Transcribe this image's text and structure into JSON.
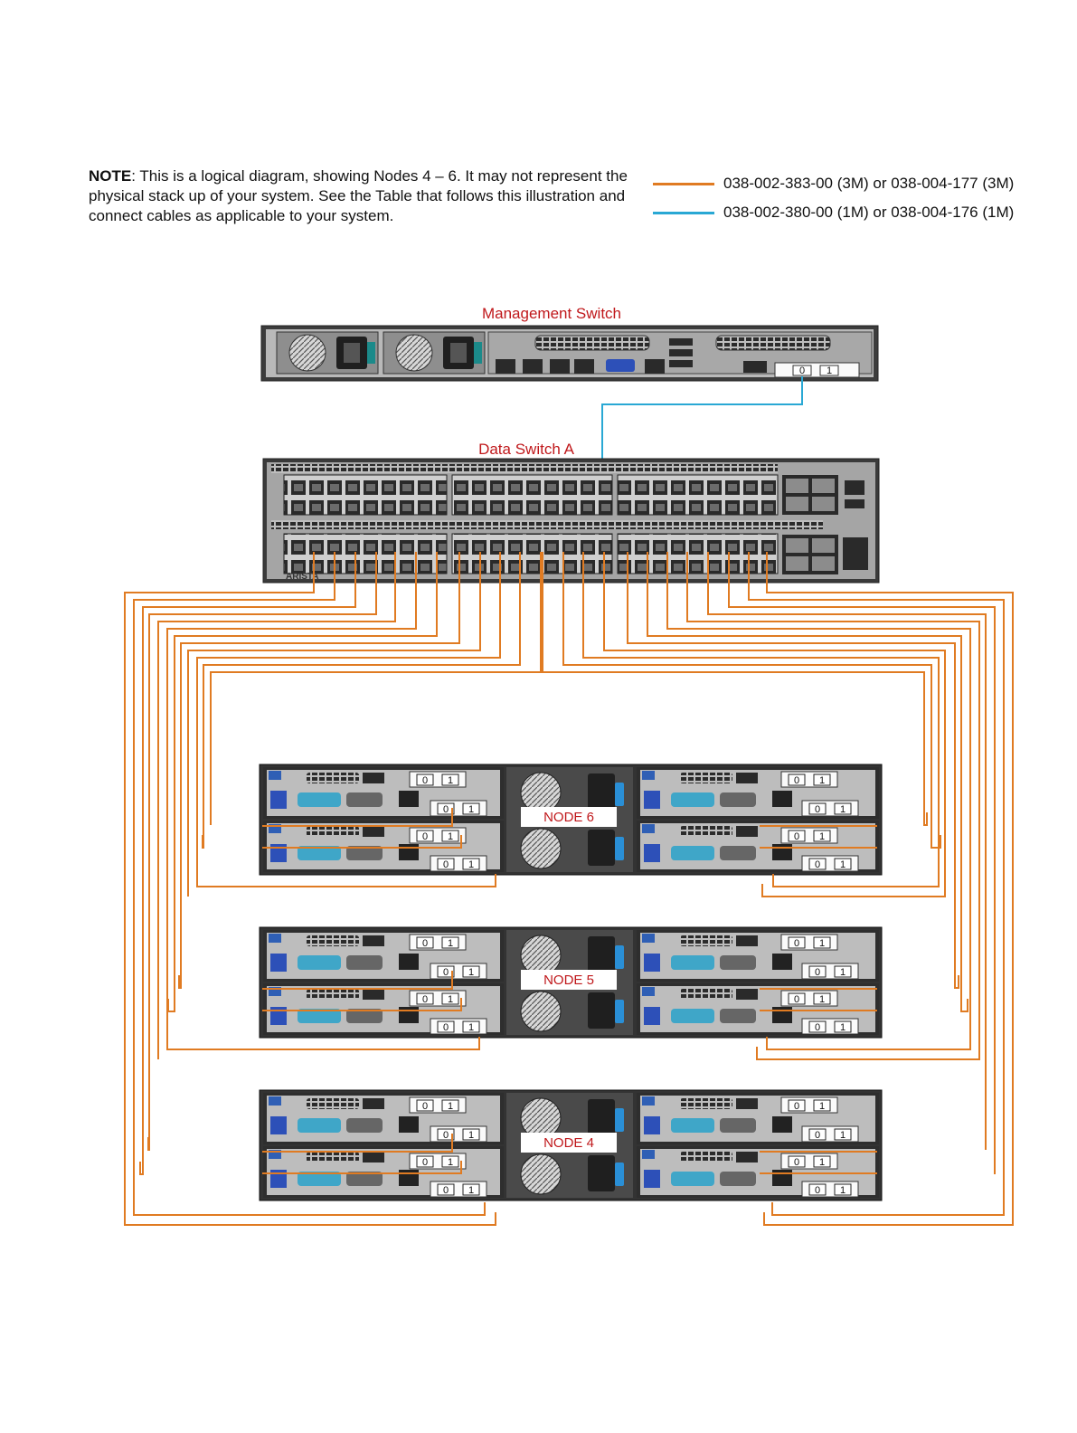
{
  "note": {
    "bold": "NOTE",
    "text": ":  This is a logical diagram, showing Nodes 4 – 6. It may not represent the physical stack up of your system. See the Table that follows this illustration and connect cables as applicable to your system."
  },
  "legend": [
    {
      "label": "038-002-383-00 (3M) or 038-004-177 (3M)",
      "color": "#e07b22"
    },
    {
      "label": "038-002-380-00 (1M) or 038-004-176 (1M)",
      "color": "#29a8d4"
    }
  ],
  "management_switch": {
    "label": "Management Switch",
    "ports": [
      "0",
      "1"
    ]
  },
  "data_switch": {
    "label": "Data Switch A",
    "brand": "ARISTA"
  },
  "nodes": [
    {
      "label": "NODE 6"
    },
    {
      "label": "NODE 5"
    },
    {
      "label": "NODE 4"
    }
  ],
  "port_labels": [
    "0",
    "1"
  ],
  "colors": {
    "orange": "#e07b22",
    "blue": "#29a8d4",
    "red_label": "#c0181b",
    "chassis": "#3a3a3a"
  }
}
